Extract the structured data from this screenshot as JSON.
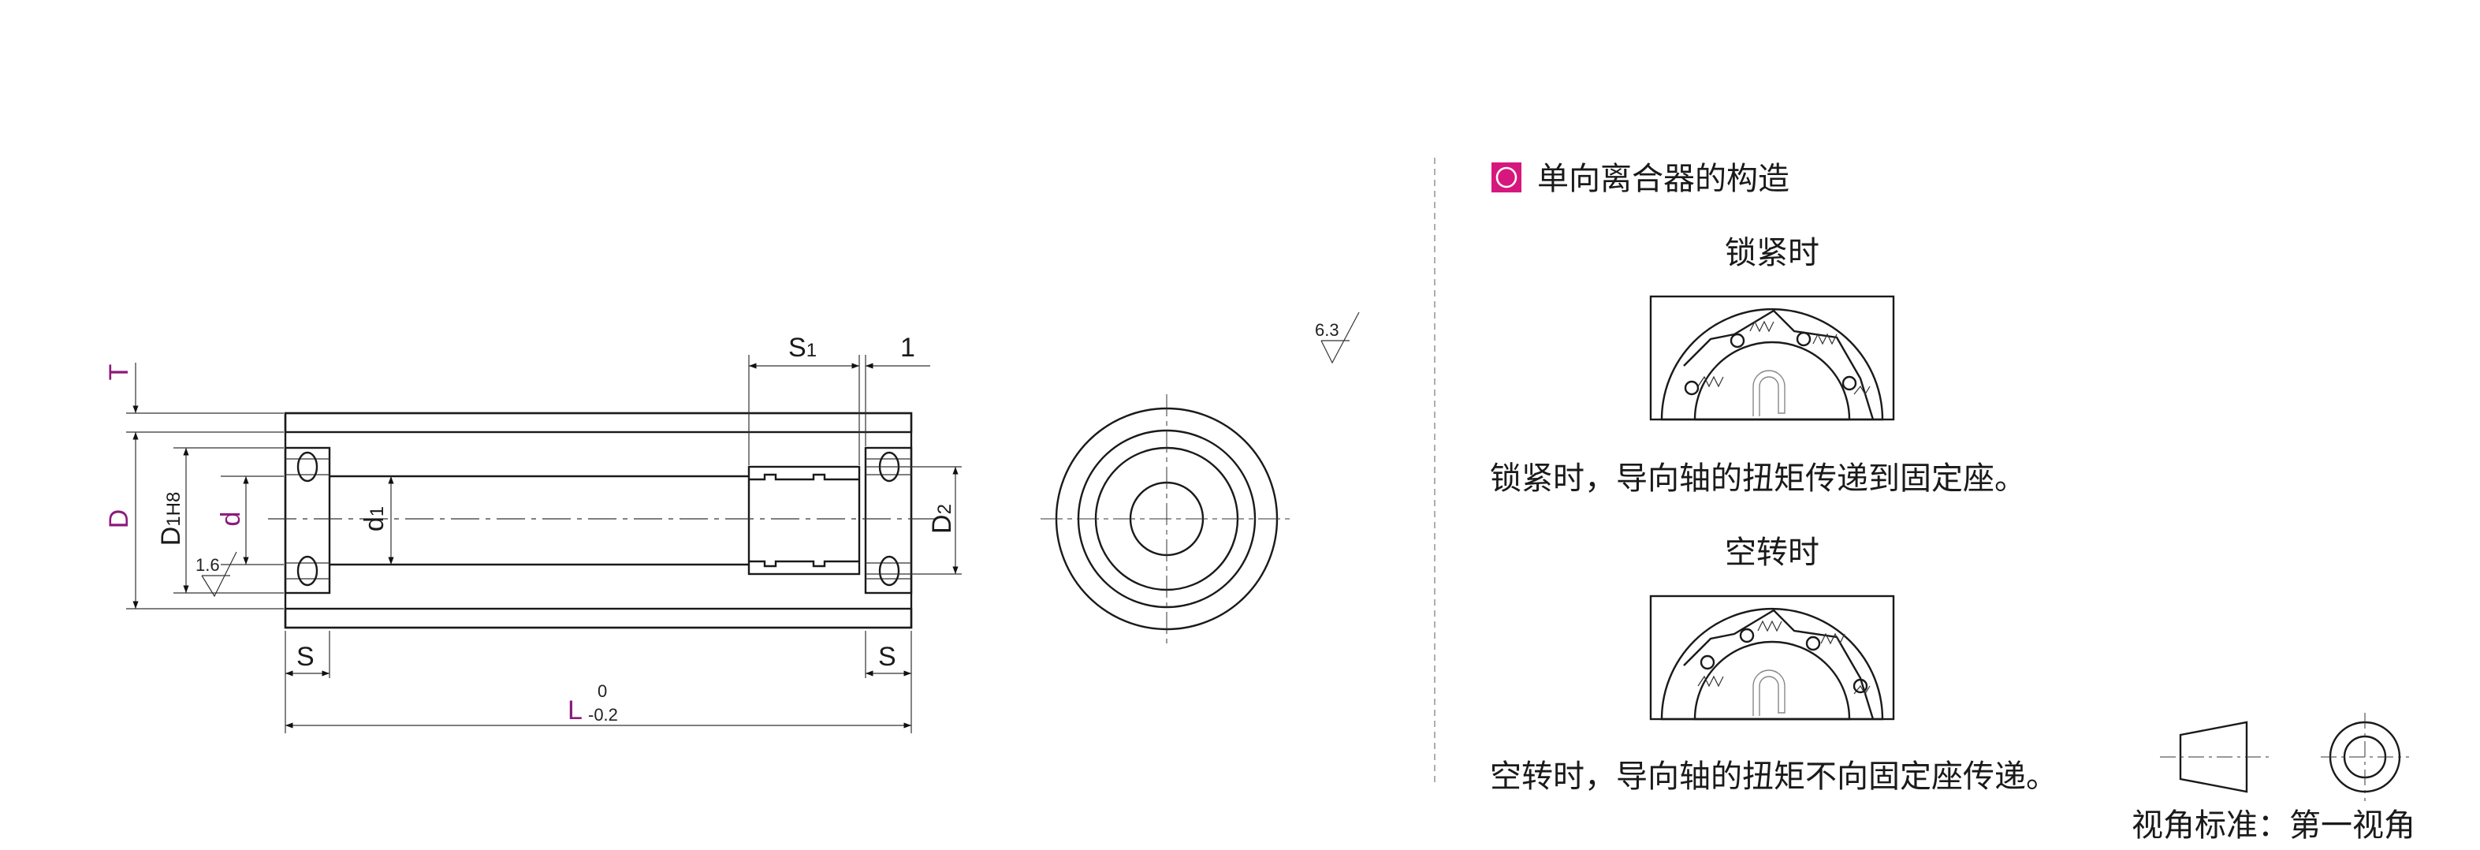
{
  "drawing": {
    "labels": {
      "T": "T",
      "D": "D",
      "D1": "D",
      "D1_sub": "1H8",
      "d": "d",
      "roughness_bore": "1.6",
      "d1": "d",
      "d1_sub": "1",
      "D2": "D",
      "D2_sub": "2",
      "S1": "S",
      "S1_sub": "1",
      "one": "1",
      "S_left": "S",
      "S_right": "S",
      "L": "L",
      "L_upper": "0",
      "L_lower": "-0.2",
      "roughness_general": "6.3"
    },
    "colors": {
      "accent": "#d6177e",
      "dim_purple": "#8b1a7a",
      "body_fill": "#e6e6e6"
    }
  },
  "clutch": {
    "title": "单向离合器的构造",
    "locked_heading": "锁紧时",
    "locked_caption": "锁紧时，导向轴的扭矩传递到固定座。",
    "idle_heading": "空转时",
    "idle_caption": "空转时，导向轴的扭矩不向固定座传递。"
  },
  "projection": {
    "label": "视角标准：第一视角"
  }
}
